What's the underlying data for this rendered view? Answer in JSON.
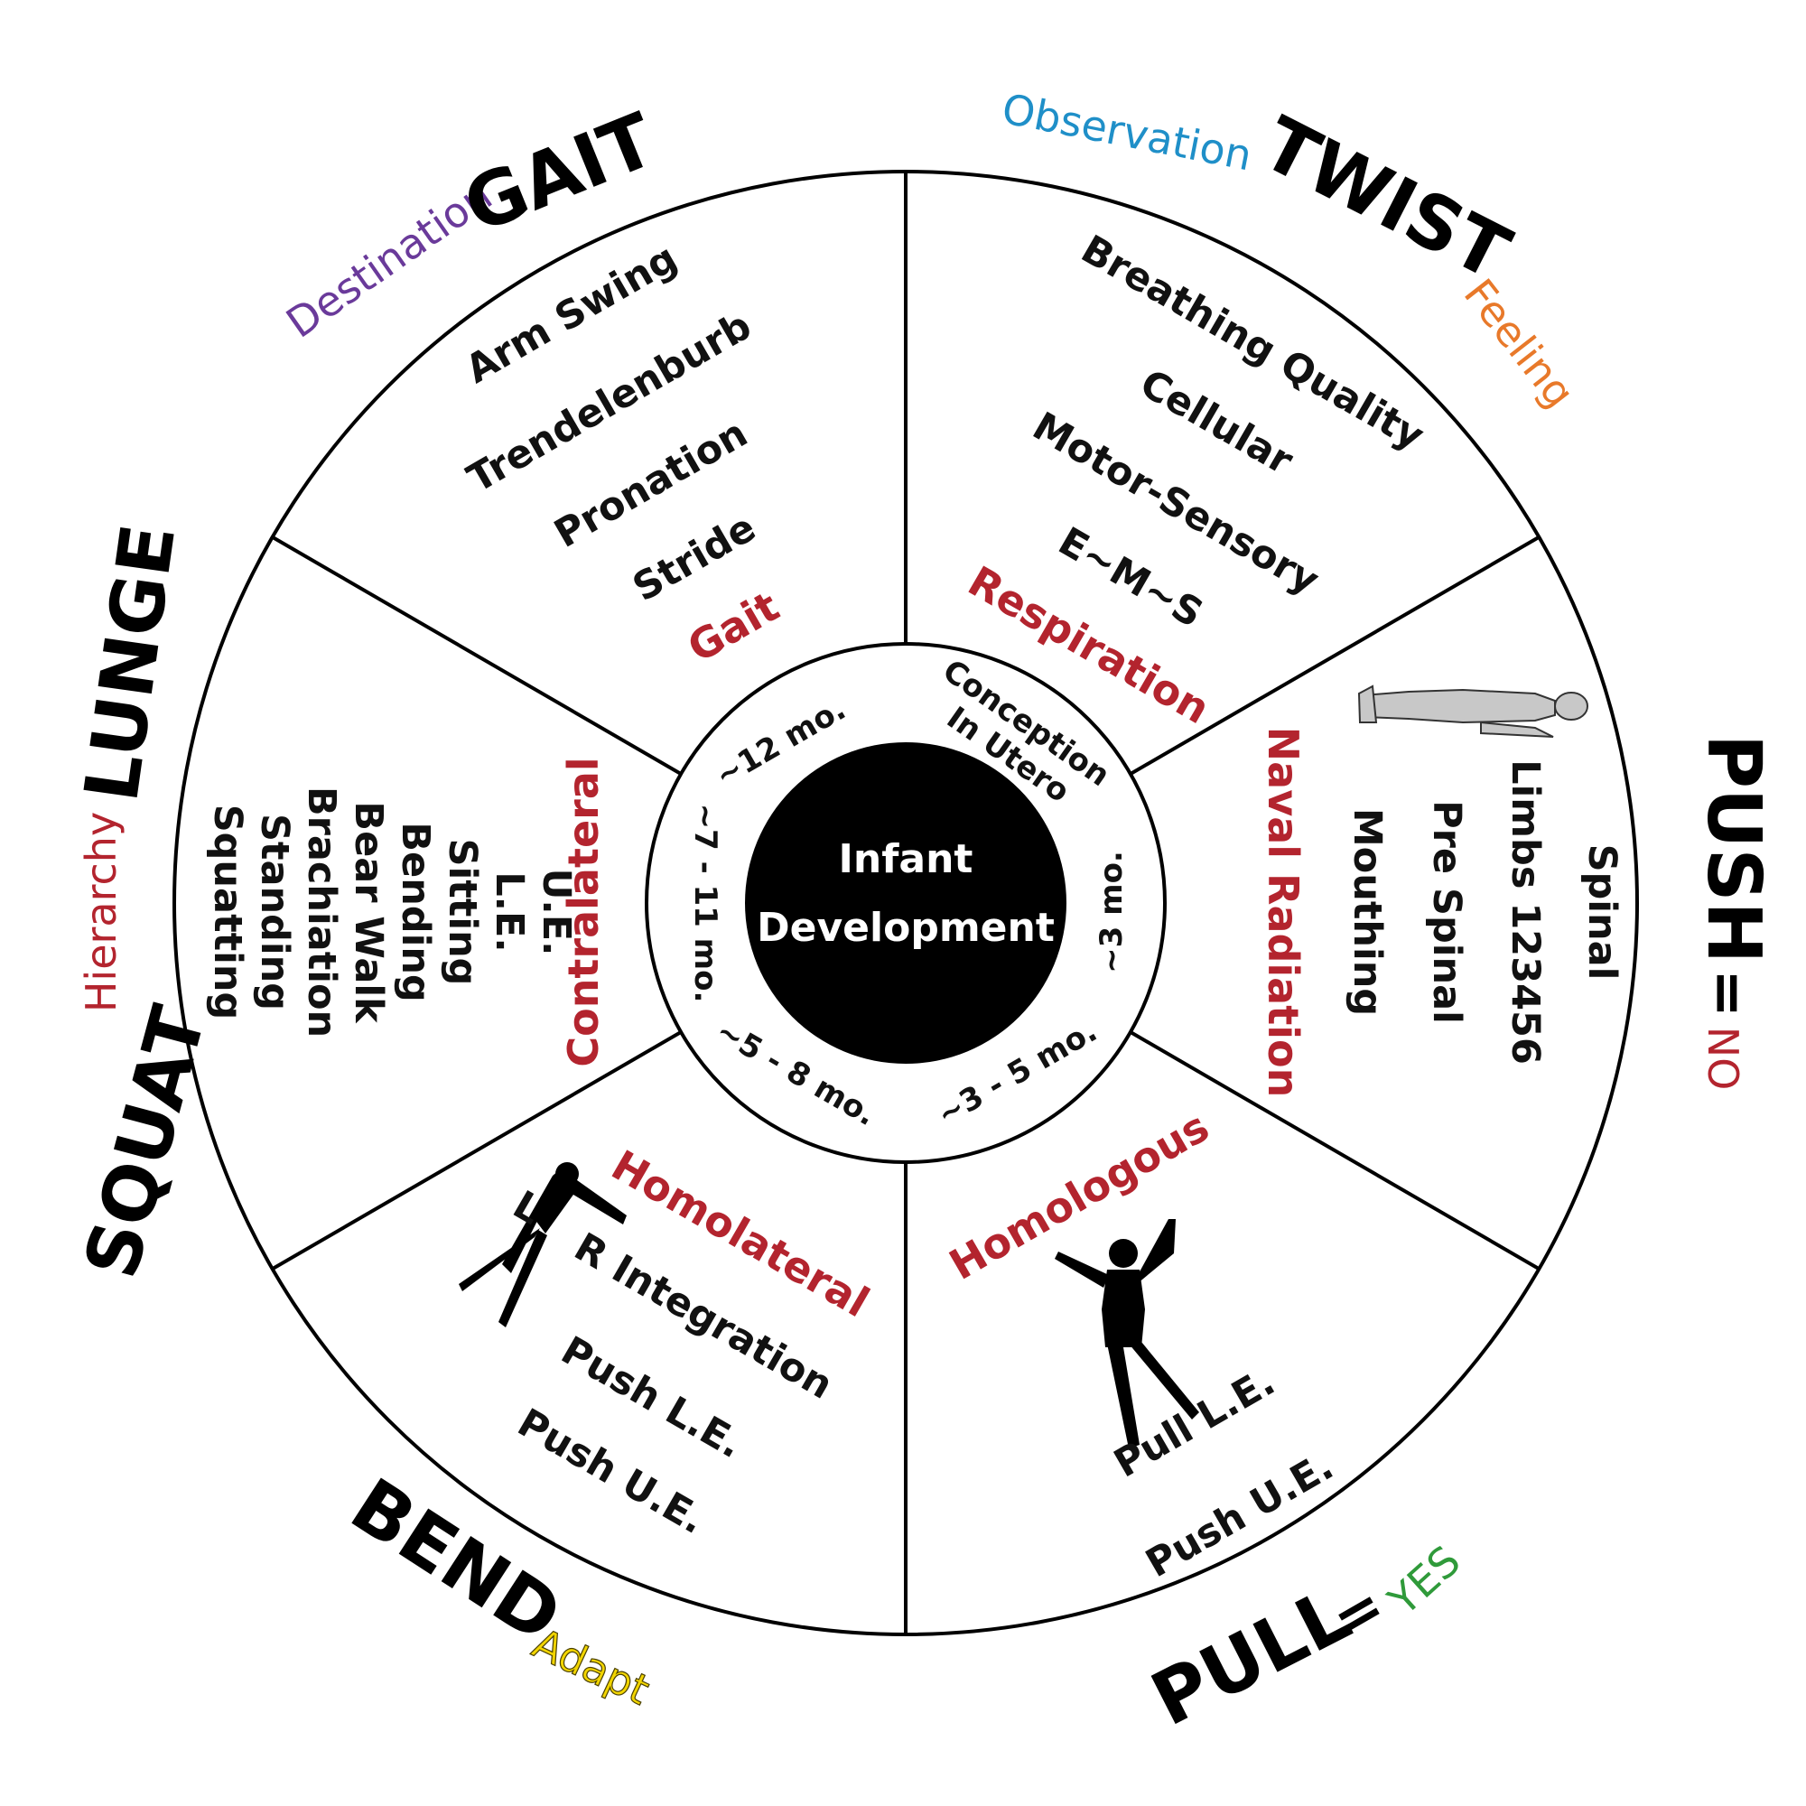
{
  "center": {
    "line1": "Infant",
    "line2": "Development"
  },
  "ages": {
    "months_12": "~12 mo.",
    "conception_1": "Conception",
    "conception_2": "In Utero",
    "months_3": "~3 mo.",
    "months_3_5": "~3 - 5 mo.",
    "months_5_8": "~5 - 8 mo.",
    "months_7_11": "~7 - 11 mo."
  },
  "segments": {
    "gait": {
      "heading": "Gait",
      "items": [
        "Arm Swing",
        "Trendelenburb",
        "Pronation",
        "Stride"
      ]
    },
    "respiration": {
      "heading": "Respiration",
      "items": [
        "Breathing Quality",
        "Cellular",
        "Motor-Sensory",
        "E~M~S"
      ]
    },
    "naval": {
      "heading": "Naval Radiation",
      "items": [
        "Spinal",
        "Limbs 123456",
        "Pre Spinal",
        "Mouthing"
      ]
    },
    "homologous": {
      "heading": "Homologous",
      "items": [
        "Pull L.E.",
        "Push U.E."
      ]
    },
    "homolateral": {
      "heading": "Homolateral",
      "L": "L",
      "items": [
        "R Integration",
        "Push L.E.",
        "Push U.E."
      ]
    },
    "contralateral": {
      "heading": "Contralateral",
      "items": [
        "Squatting",
        "Standing",
        "Brachiation",
        "Bear Walk",
        "Bending",
        "Sitting",
        "L.E.",
        "U.E."
      ]
    }
  },
  "outer": {
    "gait": {
      "word": "GAIT",
      "tag": "Destination"
    },
    "twist": {
      "word": "TWIST",
      "tag_before": "Observation",
      "tag_after": "Feeling"
    },
    "push": {
      "word": "PUSH",
      "eq": "=",
      "answer": "NO"
    },
    "pull": {
      "word": "PULL",
      "eq": "=",
      "answer": "YES"
    },
    "bend": {
      "word": "BEND",
      "tag": "Adapt"
    },
    "squat": {
      "word": "SQUAT"
    },
    "hierarchy": {
      "tag": "Hierarchy"
    },
    "lunge": {
      "word": "LUNGE"
    }
  },
  "colors": {
    "heading_red": "#b3242e",
    "destination": "#6a3a9a",
    "observation": "#1f8fc8",
    "feeling": "#e8792a",
    "no": "#b3242e",
    "yes": "#2f9a3a",
    "adapt": "#f2d500",
    "hierarchy": "#b3242e"
  },
  "icons": [
    "lying-figure-icon",
    "star-figure-icon",
    "crawling-figure-icon"
  ]
}
